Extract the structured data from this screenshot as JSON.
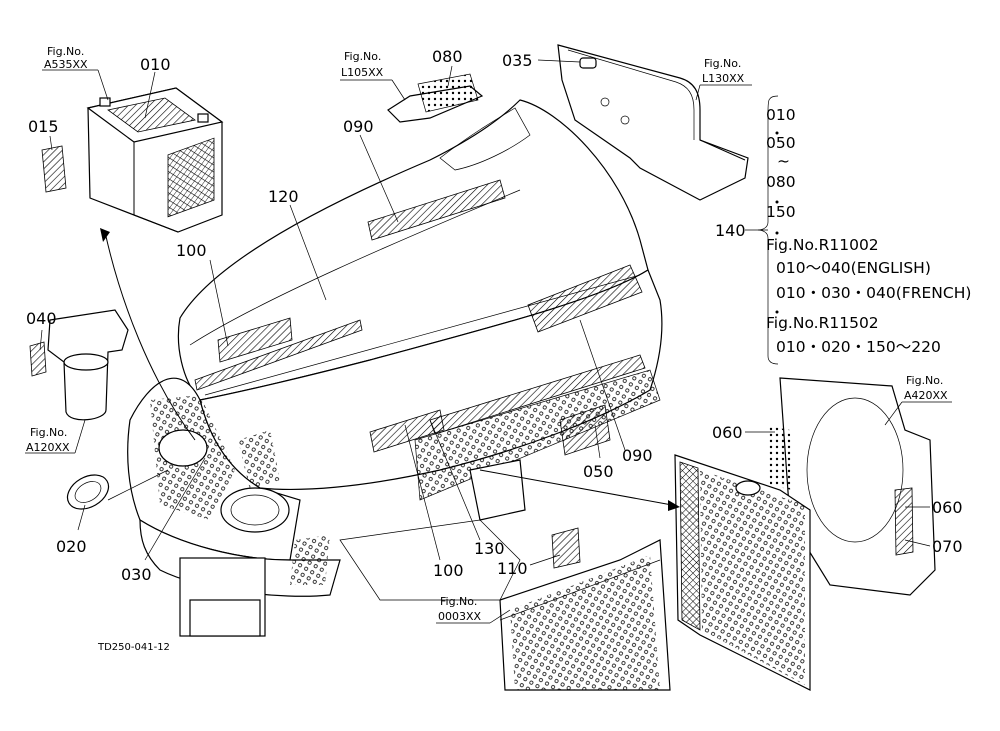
{
  "diagram": {
    "figure_refs": {
      "battery": {
        "line1": "Fig.No.",
        "line2": "A535XX"
      },
      "hood_top": {
        "line1": "Fig.No.",
        "line2": "L105XX"
      },
      "bracket": {
        "line1": "Fig.No.",
        "line2": "L130XX"
      },
      "fuel_filter": {
        "line1": "Fig.No.",
        "line2": "A120XX"
      },
      "radiator": {
        "line1": "Fig.No.",
        "line2": "A420XX"
      },
      "engine": {
        "line1": "Fig.No.",
        "line2": "0003XX"
      }
    },
    "callouts": {
      "c010": "010",
      "c015": "015",
      "c080": "080",
      "c035": "035",
      "c090a": "090",
      "c120": "120",
      "c100a": "100",
      "c040": "040",
      "c020": "020",
      "c030": "030",
      "c100b": "100",
      "c130": "130",
      "c110": "110",
      "c050": "050",
      "c090b": "090",
      "c060a": "060",
      "c060b": "060",
      "c070": "070",
      "c140": "140"
    },
    "set_bracket": {
      "l1": "010",
      "l2": "050",
      "l3": "~",
      "l4": "080",
      "l5": "150",
      "l6": "Fig.No.R11002",
      "l7": "010～040(ENGLISH)",
      "l8": "010・030・040(FRENCH)",
      "l9": "Fig.No.R11502",
      "l10": "010・020・150～220"
    },
    "drawing_code": "TD250-041-12"
  }
}
